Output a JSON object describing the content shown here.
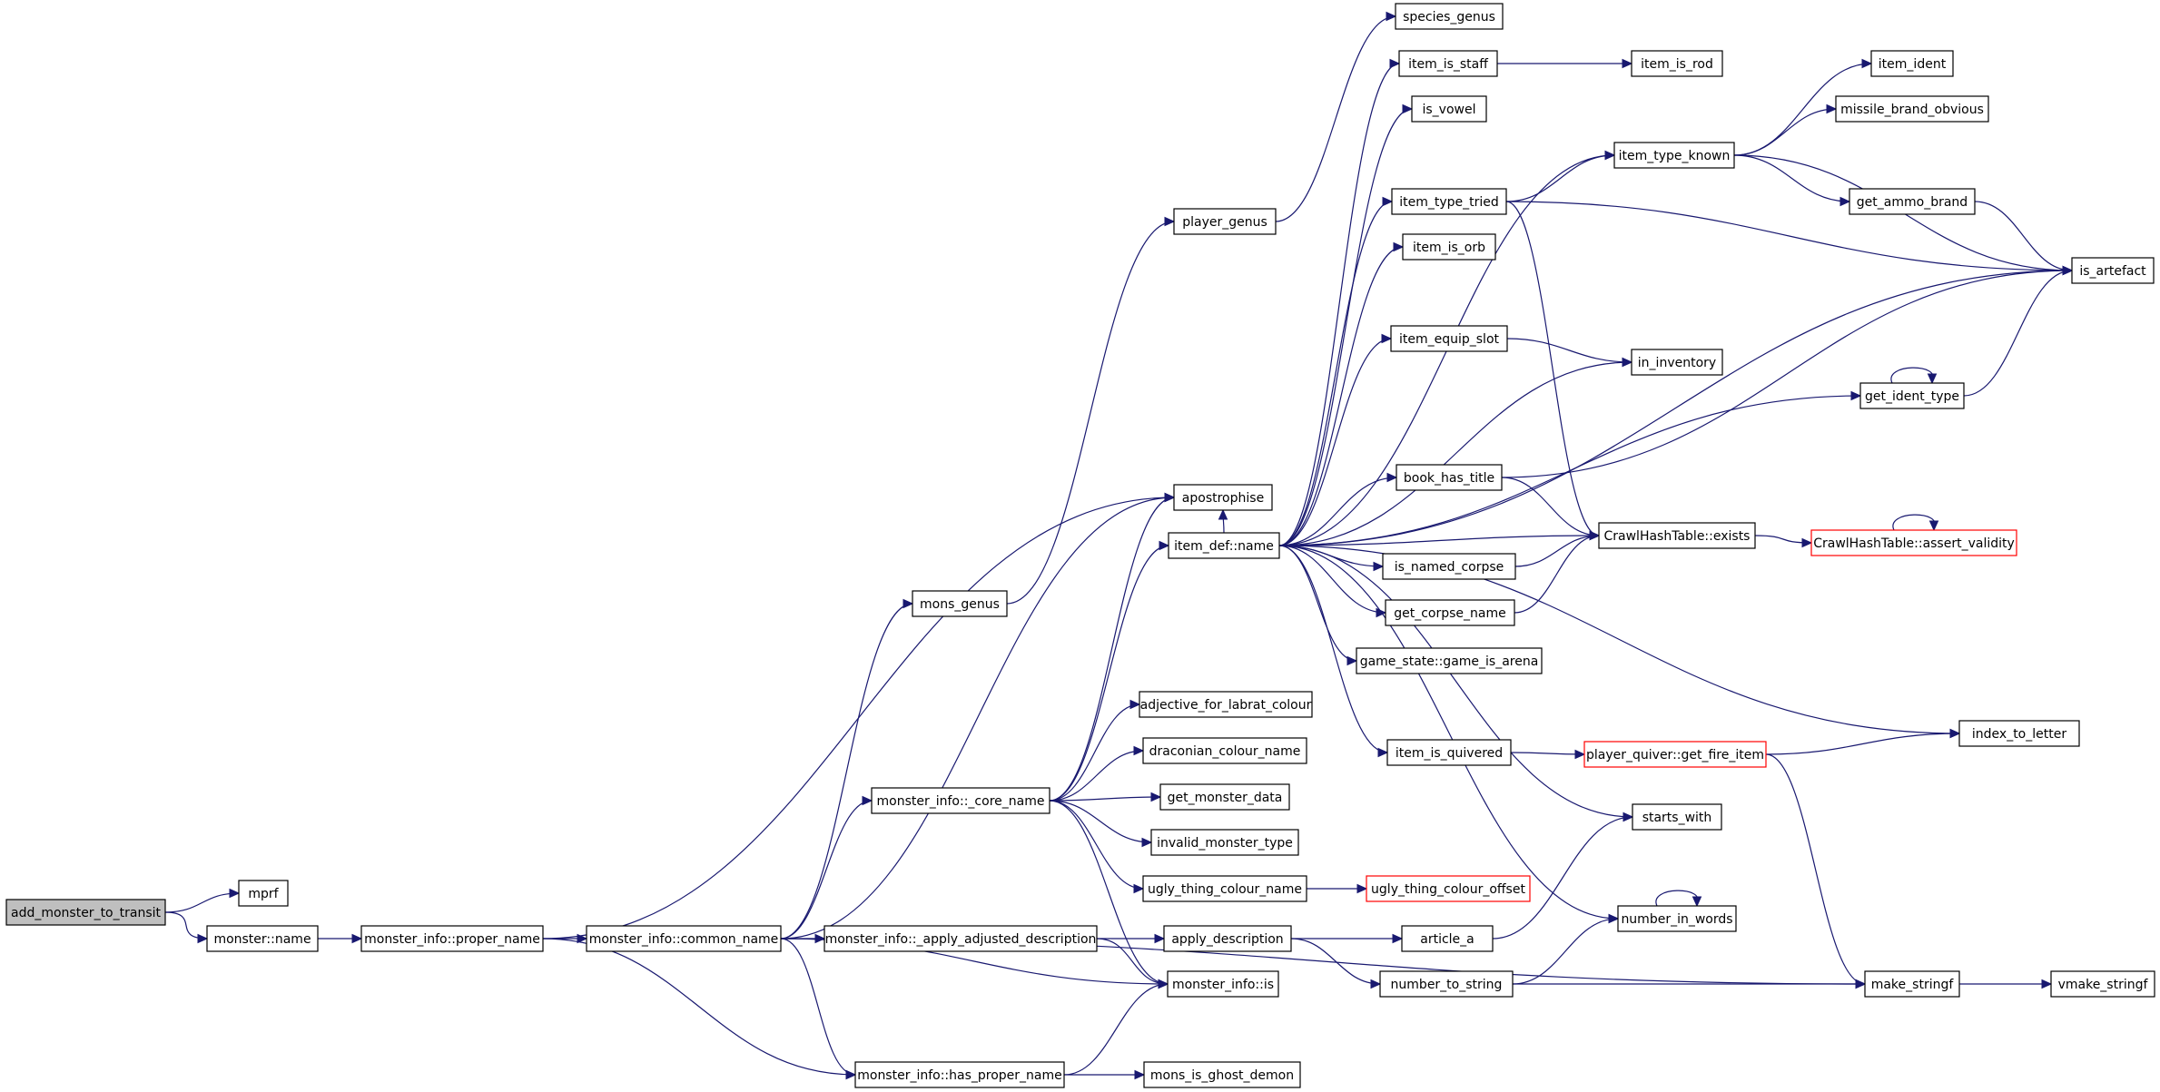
{
  "diagram": {
    "colors": {
      "edge": "#191970",
      "node_border": "#000000",
      "node_border_truncated": "#ff0000",
      "root_fill": "#bfbfbf",
      "node_fill": "#ffffff"
    },
    "nodes": [
      {
        "id": "add_monster_to_transit",
        "label": "add_monster_to_transit",
        "style": "root"
      },
      {
        "id": "mprf",
        "label": "mprf"
      },
      {
        "id": "monster_name",
        "label": "monster::name"
      },
      {
        "id": "mi_proper_name",
        "label": "monster_info::proper_name"
      },
      {
        "id": "mi_common_name",
        "label": "monster_info::common_name"
      },
      {
        "id": "mi_has_proper_name",
        "label": "monster_info::has_proper_name"
      },
      {
        "id": "mons_is_ghost_demon",
        "label": "mons_is_ghost_demon"
      },
      {
        "id": "mi_apply_adjusted_description",
        "label": "monster_info::_apply_adjusted_description"
      },
      {
        "id": "mi_core_name",
        "label": "monster_info::_core_name"
      },
      {
        "id": "mons_genus",
        "label": "mons_genus"
      },
      {
        "id": "player_genus",
        "label": "player_genus"
      },
      {
        "id": "species_genus",
        "label": "species_genus"
      },
      {
        "id": "apostrophise",
        "label": "apostrophise"
      },
      {
        "id": "item_def_name",
        "label": "item_def::name"
      },
      {
        "id": "mi_is",
        "label": "monster_info::is"
      },
      {
        "id": "apply_description",
        "label": "apply_description"
      },
      {
        "id": "adjective_for_labrat_colour",
        "label": "adjective_for_labrat_colour"
      },
      {
        "id": "draconian_colour_name",
        "label": "draconian_colour_name"
      },
      {
        "id": "get_monster_data",
        "label": "get_monster_data"
      },
      {
        "id": "invalid_monster_type",
        "label": "invalid_monster_type"
      },
      {
        "id": "ugly_thing_colour_name",
        "label": "ugly_thing_colour_name"
      },
      {
        "id": "ugly_thing_colour_offset",
        "label": "ugly_thing_colour_offset",
        "style": "truncated"
      },
      {
        "id": "article_a",
        "label": "article_a"
      },
      {
        "id": "number_to_string",
        "label": "number_to_string"
      },
      {
        "id": "item_is_staff",
        "label": "item_is_staff"
      },
      {
        "id": "item_is_rod",
        "label": "item_is_rod"
      },
      {
        "id": "is_vowel",
        "label": "is_vowel"
      },
      {
        "id": "item_type_tried",
        "label": "item_type_tried"
      },
      {
        "id": "item_is_orb",
        "label": "item_is_orb"
      },
      {
        "id": "item_equip_slot",
        "label": "item_equip_slot"
      },
      {
        "id": "book_has_title",
        "label": "book_has_title"
      },
      {
        "id": "is_named_corpse",
        "label": "is_named_corpse"
      },
      {
        "id": "get_corpse_name",
        "label": "get_corpse_name"
      },
      {
        "id": "game_is_arena",
        "label": "game_state::game_is_arena"
      },
      {
        "id": "item_is_quivered",
        "label": "item_is_quivered"
      },
      {
        "id": "item_type_known",
        "label": "item_type_known"
      },
      {
        "id": "in_inventory",
        "label": "in_inventory"
      },
      {
        "id": "chash_exists",
        "label": "CrawlHashTable::exists"
      },
      {
        "id": "get_fire_item",
        "label": "player_quiver::get_fire_item",
        "style": "truncated"
      },
      {
        "id": "starts_with",
        "label": "starts_with"
      },
      {
        "id": "number_in_words",
        "label": "number_in_words"
      },
      {
        "id": "make_stringf",
        "label": "make_stringf"
      },
      {
        "id": "item_ident",
        "label": "item_ident"
      },
      {
        "id": "missile_brand_obvious",
        "label": "missile_brand_obvious"
      },
      {
        "id": "get_ammo_brand",
        "label": "get_ammo_brand"
      },
      {
        "id": "get_ident_type",
        "label": "get_ident_type"
      },
      {
        "id": "chash_assert_validity",
        "label": "CrawlHashTable::assert_validity",
        "style": "truncated"
      },
      {
        "id": "index_to_letter",
        "label": "index_to_letter"
      },
      {
        "id": "is_artefact",
        "label": "is_artefact"
      },
      {
        "id": "vmake_stringf",
        "label": "vmake_stringf"
      }
    ],
    "edges": [
      [
        "add_monster_to_transit",
        "mprf"
      ],
      [
        "add_monster_to_transit",
        "monster_name"
      ],
      [
        "monster_name",
        "mi_proper_name"
      ],
      [
        "mi_proper_name",
        "mi_common_name"
      ],
      [
        "mi_proper_name",
        "apostrophise"
      ],
      [
        "mi_proper_name",
        "mi_has_proper_name"
      ],
      [
        "mi_common_name",
        "mi_apply_adjusted_description"
      ],
      [
        "mi_common_name",
        "mi_core_name"
      ],
      [
        "mi_common_name",
        "mons_genus"
      ],
      [
        "mi_common_name",
        "apostrophise"
      ],
      [
        "mi_common_name",
        "mi_is"
      ],
      [
        "mi_common_name",
        "mi_has_proper_name"
      ],
      [
        "mi_common_name",
        "make_stringf"
      ],
      [
        "mi_has_proper_name",
        "mons_is_ghost_demon"
      ],
      [
        "mi_has_proper_name",
        "mi_is"
      ],
      [
        "mi_apply_adjusted_description",
        "apply_description"
      ],
      [
        "mi_apply_adjusted_description",
        "mi_is"
      ],
      [
        "mi_core_name",
        "item_def_name"
      ],
      [
        "mi_core_name",
        "apostrophise"
      ],
      [
        "mi_core_name",
        "adjective_for_labrat_colour"
      ],
      [
        "mi_core_name",
        "draconian_colour_name"
      ],
      [
        "mi_core_name",
        "get_monster_data"
      ],
      [
        "mi_core_name",
        "invalid_monster_type"
      ],
      [
        "mi_core_name",
        "ugly_thing_colour_name"
      ],
      [
        "mi_core_name",
        "mi_is"
      ],
      [
        "mons_genus",
        "player_genus"
      ],
      [
        "player_genus",
        "species_genus"
      ],
      [
        "ugly_thing_colour_name",
        "ugly_thing_colour_offset"
      ],
      [
        "apply_description",
        "article_a"
      ],
      [
        "apply_description",
        "number_to_string"
      ],
      [
        "article_a",
        "starts_with"
      ],
      [
        "number_to_string",
        "number_in_words"
      ],
      [
        "number_to_string",
        "make_stringf"
      ],
      [
        "item_def_name",
        "apostrophise"
      ],
      [
        "item_def_name",
        "item_is_staff"
      ],
      [
        "item_def_name",
        "is_vowel"
      ],
      [
        "item_def_name",
        "item_type_known"
      ],
      [
        "item_def_name",
        "item_type_tried"
      ],
      [
        "item_def_name",
        "item_is_orb"
      ],
      [
        "item_def_name",
        "is_artefact"
      ],
      [
        "item_def_name",
        "item_equip_slot"
      ],
      [
        "item_def_name",
        "in_inventory"
      ],
      [
        "item_def_name",
        "get_ident_type"
      ],
      [
        "item_def_name",
        "book_has_title"
      ],
      [
        "item_def_name",
        "chash_exists"
      ],
      [
        "item_def_name",
        "is_named_corpse"
      ],
      [
        "item_def_name",
        "get_corpse_name"
      ],
      [
        "item_def_name",
        "game_is_arena"
      ],
      [
        "item_def_name",
        "index_to_letter"
      ],
      [
        "item_def_name",
        "item_is_quivered"
      ],
      [
        "item_def_name",
        "starts_with"
      ],
      [
        "item_def_name",
        "number_in_words"
      ],
      [
        "item_is_staff",
        "item_is_rod"
      ],
      [
        "item_type_tried",
        "item_type_known"
      ],
      [
        "item_type_tried",
        "is_artefact"
      ],
      [
        "item_type_tried",
        "chash_exists"
      ],
      [
        "item_type_known",
        "item_ident"
      ],
      [
        "item_type_known",
        "missile_brand_obvious"
      ],
      [
        "item_type_known",
        "get_ammo_brand"
      ],
      [
        "item_type_known",
        "is_artefact"
      ],
      [
        "get_ammo_brand",
        "is_artefact"
      ],
      [
        "item_equip_slot",
        "in_inventory"
      ],
      [
        "get_ident_type",
        "get_ident_type"
      ],
      [
        "get_ident_type",
        "is_artefact"
      ],
      [
        "book_has_title",
        "chash_exists"
      ],
      [
        "book_has_title",
        "is_artefact"
      ],
      [
        "is_named_corpse",
        "chash_exists"
      ],
      [
        "get_corpse_name",
        "chash_exists"
      ],
      [
        "chash_exists",
        "chash_assert_validity"
      ],
      [
        "chash_assert_validity",
        "chash_assert_validity"
      ],
      [
        "item_is_quivered",
        "get_fire_item"
      ],
      [
        "get_fire_item",
        "index_to_letter"
      ],
      [
        "get_fire_item",
        "make_stringf"
      ],
      [
        "number_in_words",
        "number_in_words"
      ],
      [
        "make_stringf",
        "vmake_stringf"
      ]
    ]
  }
}
